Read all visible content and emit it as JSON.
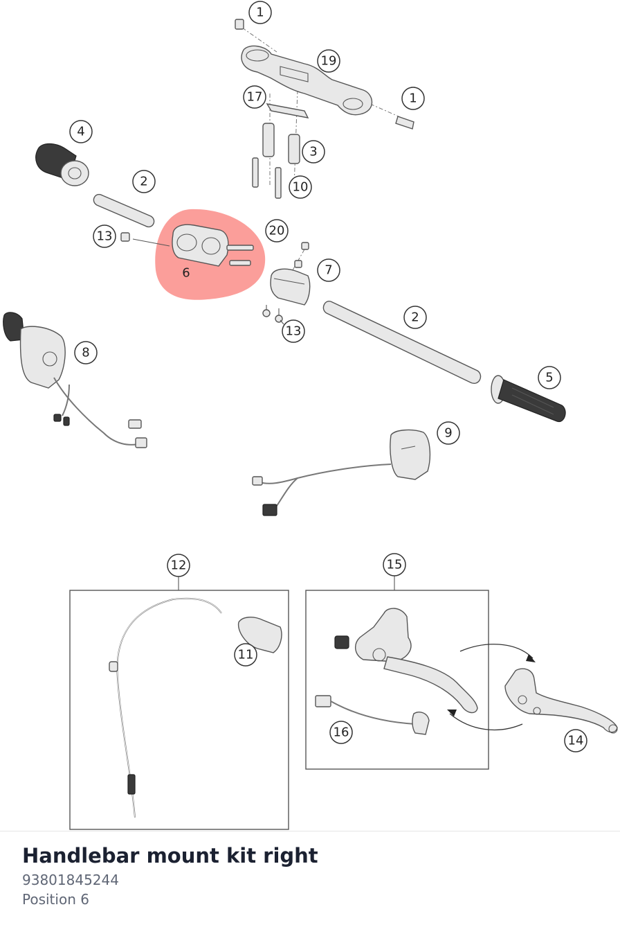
{
  "part": {
    "title": "Handlebar mount kit right",
    "number": "93801845244",
    "position": "Position 6"
  },
  "highlight": {
    "color": "#fa8d88",
    "target_callout": "6"
  },
  "callouts": [
    "1",
    "1",
    "2",
    "2",
    "3",
    "4",
    "5",
    "6",
    "7",
    "8",
    "9",
    "10",
    "11",
    "12",
    "13",
    "13",
    "14",
    "15",
    "16",
    "17",
    "19",
    "20"
  ],
  "icons": {
    "callout-marker": "numbered-circle",
    "swap-arrows": "curved-arrow-pair"
  }
}
